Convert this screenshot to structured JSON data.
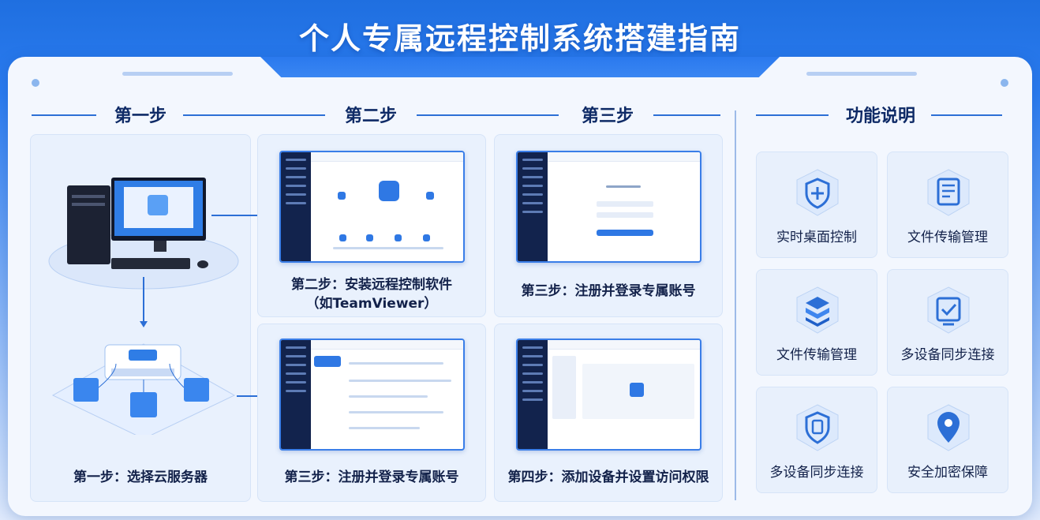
{
  "page": {
    "title": "个人专属远程控制系统搭建指南"
  },
  "columns": {
    "step1_heading": "第一步",
    "step2_heading": "第二步",
    "step3_heading": "第三步",
    "features_heading": "功能说明"
  },
  "cards": {
    "step1_label": "第一步：选择云服务器",
    "step2_label_line1": "第二步：安装远程控制软件",
    "step2_label_line2": "（如TeamViewer）",
    "step3_label_top": "第三步：注册并登录专属账号",
    "step3_label_bottom": "第三步：注册并登录专属账号",
    "step4_label": "第四步：添加设备并设置访问权限"
  },
  "features": [
    {
      "label": "实时桌面控制",
      "icon": "shield-plus-icon"
    },
    {
      "label": "文件传输管理",
      "icon": "document-icon"
    },
    {
      "label": "文件传输管理",
      "icon": "layers-icon"
    },
    {
      "label": "多设备同步连接",
      "icon": "check-clipboard-icon"
    },
    {
      "label": "多设备同步连接",
      "icon": "shield-doc-icon"
    },
    {
      "label": "安全加密保障",
      "icon": "location-pin-icon"
    }
  ],
  "colors": {
    "accent": "#2c6fd6",
    "dark_text": "#13224a",
    "header_blue": "#1f6fe0"
  }
}
